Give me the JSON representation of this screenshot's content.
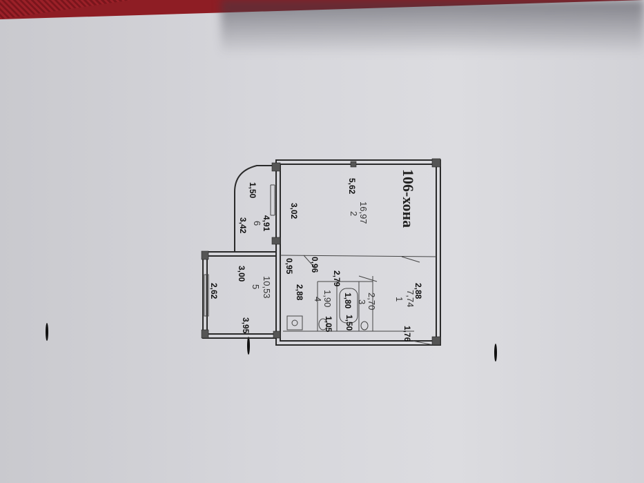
{
  "plan": {
    "title": "106-хона",
    "rooms": [
      {
        "num": "1",
        "area": "7,74"
      },
      {
        "num": "2",
        "area": "16,97"
      },
      {
        "num": "3",
        "area": "2,70"
      },
      {
        "num": "4",
        "area": "1,90"
      },
      {
        "num": "5",
        "area": "10,53"
      },
      {
        "num": "6",
        "area": "4,91"
      }
    ],
    "dimensions": [
      "5,62",
      "1,50",
      "3,42",
      "3,02",
      "3,00",
      "0,95",
      "0,96",
      "2,79",
      "2,62",
      "2,88",
      "1,80",
      "3,95",
      "1,05",
      "1,50",
      "1,76",
      "2,88"
    ]
  },
  "colors": {
    "background": "#8e1d24",
    "paper": "#d6d6db",
    "ink": "#222222"
  }
}
